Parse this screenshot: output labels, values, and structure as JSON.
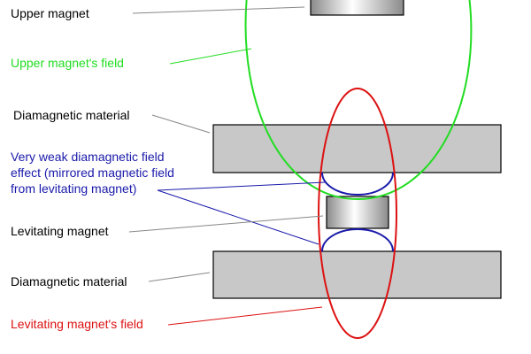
{
  "labels": {
    "upper_magnet": "Upper magnet",
    "upper_field": "Upper magnet's field",
    "diamagnetic_top": "Diamagnetic material",
    "weak_effect_line1": "Very weak diamagnetic field",
    "weak_effect_line2": "effect (mirrored magnetic field",
    "weak_effect_line3": "from levitating magnet)",
    "levitating_magnet": "Levitating magnet",
    "diamagnetic_bottom": "Diamagnetic material",
    "levitating_field": "Levitating magnet's field"
  },
  "colors": {
    "upper_field": "#22dd22",
    "levitating_field": "#dd1111",
    "weak_effect": "#1a1aaa",
    "label_default": "#000000",
    "diamagnetic_fill": "#c8c8c8",
    "leader_line": "#888888"
  }
}
